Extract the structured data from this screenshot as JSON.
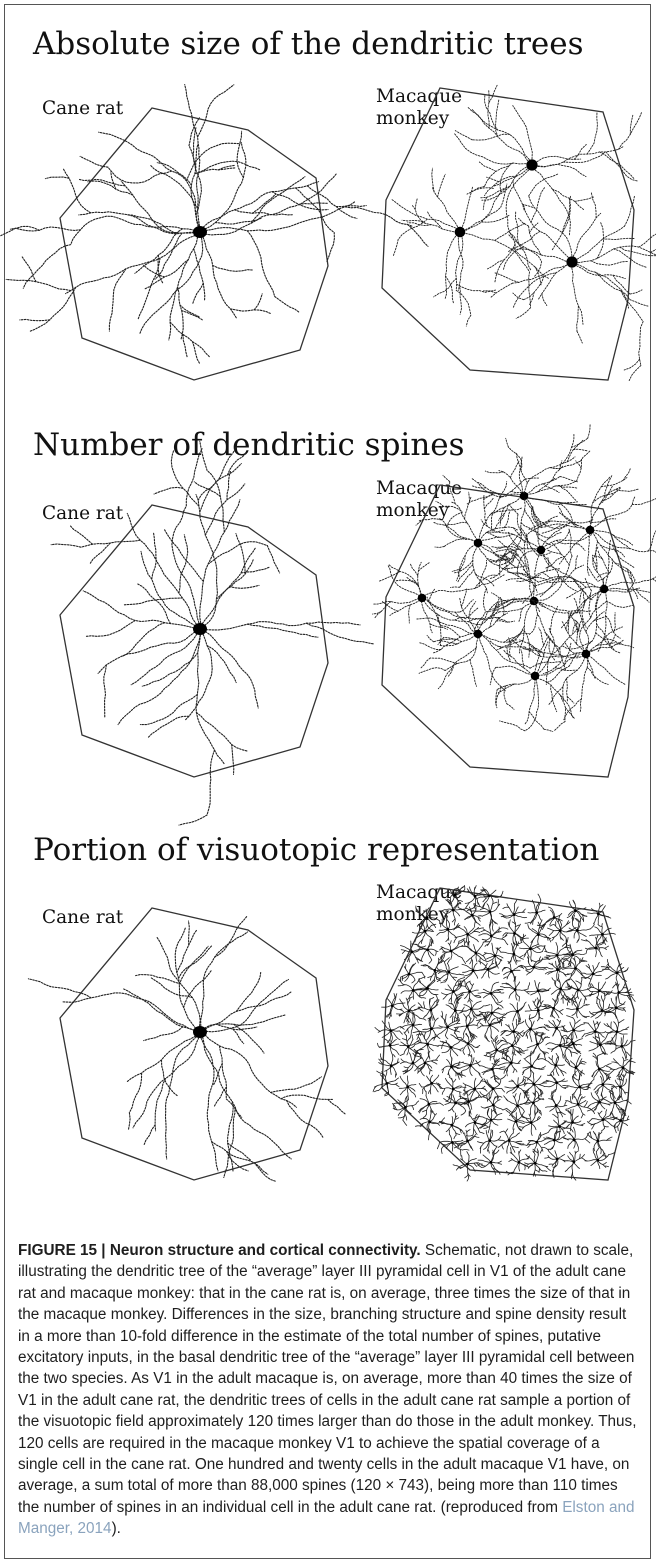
{
  "panels": [
    {
      "title": "Absolute size of the dendritic trees",
      "left_label": "Cane rat",
      "right_label": [
        "Macaque",
        "monkey"
      ]
    },
    {
      "title": "Number of dendritic spines",
      "left_label": "Cane rat",
      "right_label": [
        "Macaque",
        "monkey"
      ]
    },
    {
      "title": "Portion of visuotopic representation",
      "left_label": "Cane rat",
      "right_label": [
        "Macaque",
        "monkey"
      ]
    }
  ],
  "caption": {
    "figure_label": "FIGURE 15 | Neuron structure and cortical connectivity.",
    "text": " Schematic, not drawn to scale, illustrating the dendritic tree of the “average” layer III pyramidal cell in V1 of the adult cane rat and macaque monkey: that in the cane rat is, on average, three times the size of that in the macaque monkey. Differences in the size, branching structure and spine density result in a more than 10-fold difference in the estimate of the total number of spines, putative excitatory inputs, in the basal dendritic tree of the “average” layer III pyramidal cell between the two species. As V1 in the adult macaque is, on average, more than 40 times the size of V1 in the adult cane rat, the dendritic trees of cells in the adult cane rat sample a portion of the visuotopic field approximately 120 times larger than do those in the adult monkey. Thus, 120 cells are required in the macaque monkey V1 to achieve the spatial coverage of a single cell in the cane rat. One hundred and twenty cells in the adult macaque V1 have, on average, a sum total of more than 88,000 spines (120 × 743), being more than 110 times the number of spines in an individual cell in the adult cane rat. (reproduced from ",
    "reference": "Elston and Manger, 2014",
    "tail": ")."
  },
  "colors": {
    "reference_link": "#8aa3bd",
    "ink": "#111111"
  }
}
